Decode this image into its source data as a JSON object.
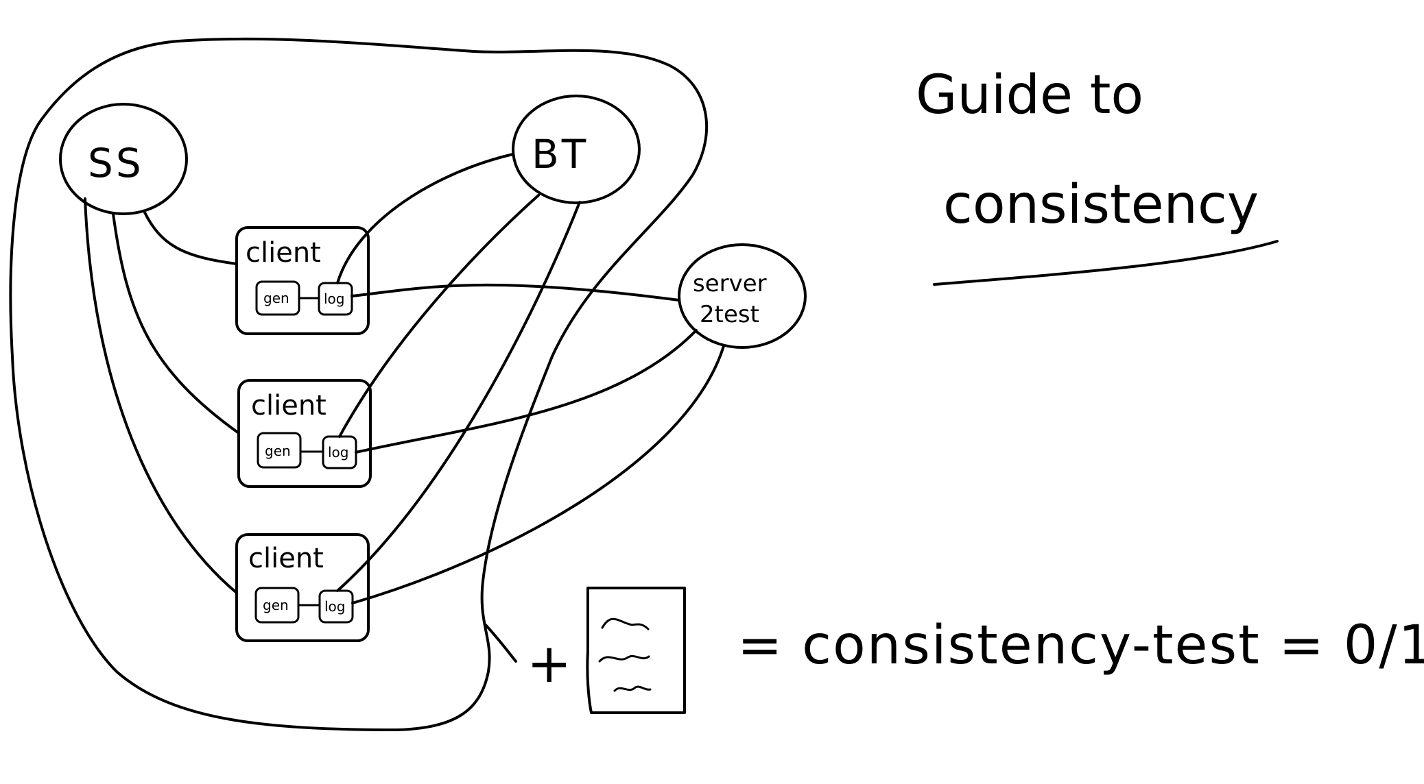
{
  "title": {
    "line1": "Guide to",
    "line2": "consistency"
  },
  "nodes": {
    "ss": "SS",
    "bt": "BT",
    "server": {
      "line1": "server",
      "line2": "2test"
    }
  },
  "clients": [
    {
      "label": "client",
      "gen": "gen",
      "log": "log"
    },
    {
      "label": "client",
      "gen": "gen",
      "log": "log"
    },
    {
      "label": "client",
      "gen": "gen",
      "log": "log"
    }
  ],
  "equation": {
    "plus": "+",
    "result": "= consistency-test = 0/1"
  }
}
